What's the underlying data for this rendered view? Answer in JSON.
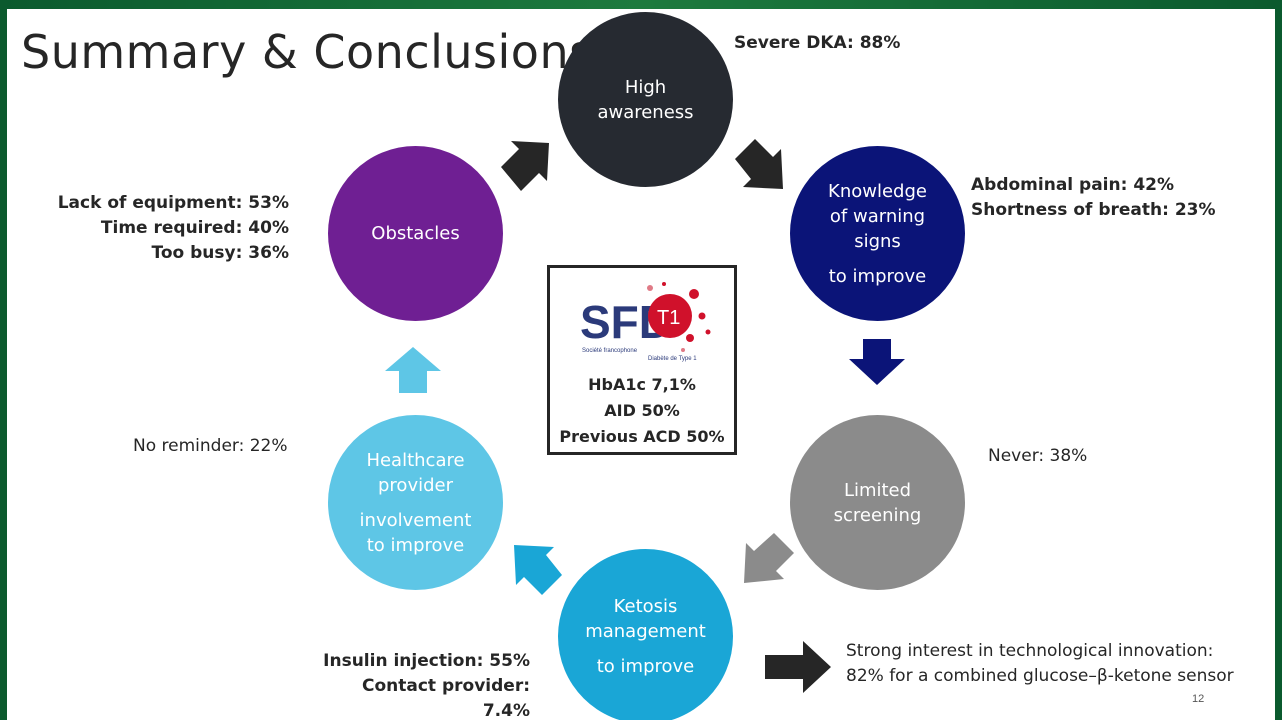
{
  "title": "Summary & Conclusions",
  "nodes": {
    "high_awareness": {
      "lines": [
        "High",
        "awareness"
      ],
      "color": "#262a31"
    },
    "knowledge": {
      "lines": [
        "Knowledge",
        "of warning",
        "signs"
      ],
      "extra": "to improve",
      "color": "#0b1478"
    },
    "limited_screening": {
      "lines": [
        "Limited",
        "screening"
      ],
      "color": "#8b8b8b"
    },
    "ketosis": {
      "lines": [
        "Ketosis",
        "management"
      ],
      "extra": "to improve",
      "color": "#1aa6d6"
    },
    "healthcare": {
      "lines": [
        "Healthcare",
        "provider"
      ],
      "extra_lines": [
        "involvement",
        "to improve"
      ],
      "color": "#5ec6e6"
    },
    "obstacles": {
      "lines": [
        "Obstacles"
      ],
      "color": "#6f1f93"
    }
  },
  "stats": {
    "severe_dka": "Severe DKA: 88%",
    "abdominal_pain": "Abdominal pain: 42%",
    "shortness_breath": "Shortness of breath: 23%",
    "never": "Never: 38%",
    "insulin_injection": "Insulin injection: 55%",
    "contact_provider": "Contact provider: 7.4%",
    "no_reminder": "No reminder: 22%",
    "lack_equipment": "Lack of equipment: 53%",
    "time_required": "Time required: 40%",
    "too_busy": "Too busy: 36%"
  },
  "center": {
    "logo_text": "SFD",
    "logo_badge": "T1",
    "logo_sub_1": "Société francophone",
    "logo_sub_2": "Diabète de Type 1",
    "lines": [
      "HbA1c 7,1%",
      "AID 50%",
      "Previous ACD 50%"
    ]
  },
  "note": {
    "line1": "Strong interest in technological innovation:",
    "line2": "82% for a combined glucose–β-ketone sensor"
  },
  "slide_number": "12"
}
